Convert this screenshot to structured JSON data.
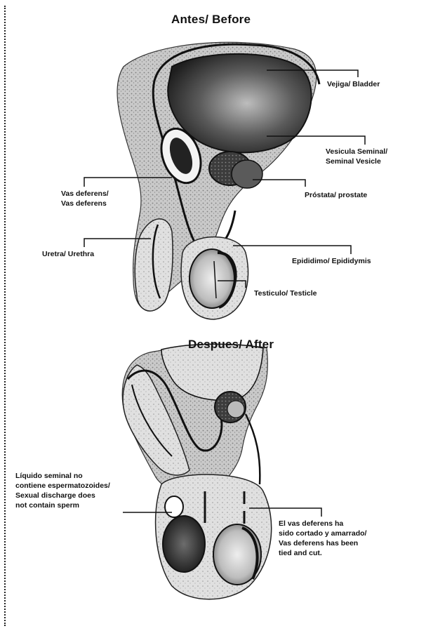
{
  "before": {
    "title": "Antes/ Before",
    "labels": {
      "bladder": "Vejiga/ Bladder",
      "seminal_vesicle_1": "Vesicula Seminal/",
      "seminal_vesicle_2": "Seminal Vesicle",
      "prostate": "Próstata/ prostate",
      "vas_deferens_1": "Vas deferens/",
      "vas_deferens_2": "Vas deferens",
      "urethra": "Uretra/ Urethra",
      "epididymis": "Epididimo/ Epididymis",
      "testicle": "Testiculo/ Testicle"
    }
  },
  "after": {
    "title": "Despues/ After",
    "labels": {
      "seminal_fluid_1": "Líquido seminal no",
      "seminal_fluid_2": "contiene espermatozoides/",
      "seminal_fluid_3": "Sexual discharge does",
      "seminal_fluid_4": "not contain sperm",
      "vas_cut_1": "El vas deferens ha",
      "vas_cut_2": "sido cortado y amarrado/",
      "vas_cut_3": "Vas deferens has been",
      "vas_cut_4": "tied and cut."
    }
  },
  "colors": {
    "ink": "#111111",
    "shade": "#9a9a9a",
    "dark": "#3a3a3a"
  }
}
